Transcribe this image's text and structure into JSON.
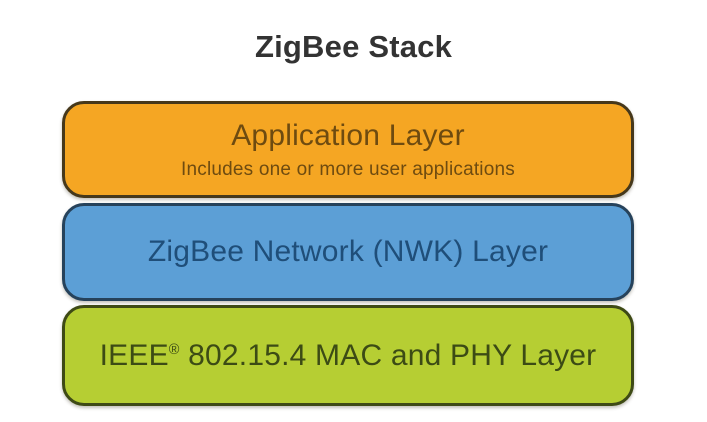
{
  "title": "ZigBee Stack",
  "theme": {
    "background": "#ffffff",
    "title_color": "#333333"
  },
  "layers": [
    {
      "id": "application-layer",
      "label": "Application Layer",
      "sublabel": "Includes one or more user applications",
      "fill": "#f5a623",
      "border": "#46381b",
      "text": "#6e4b10"
    },
    {
      "id": "network-layer",
      "label": "ZigBee Network (NWK) Layer",
      "fill": "#5c9fd6",
      "border": "#26425b",
      "text": "#1f4e79"
    },
    {
      "id": "mac-phy-layer",
      "label_brand": "IEEE",
      "label_reg": "®",
      "label_rest": "802.15.4 MAC and PHY Layer",
      "fill": "#b6ce33",
      "border": "#3e4a15",
      "text": "#3c4b15"
    }
  ]
}
